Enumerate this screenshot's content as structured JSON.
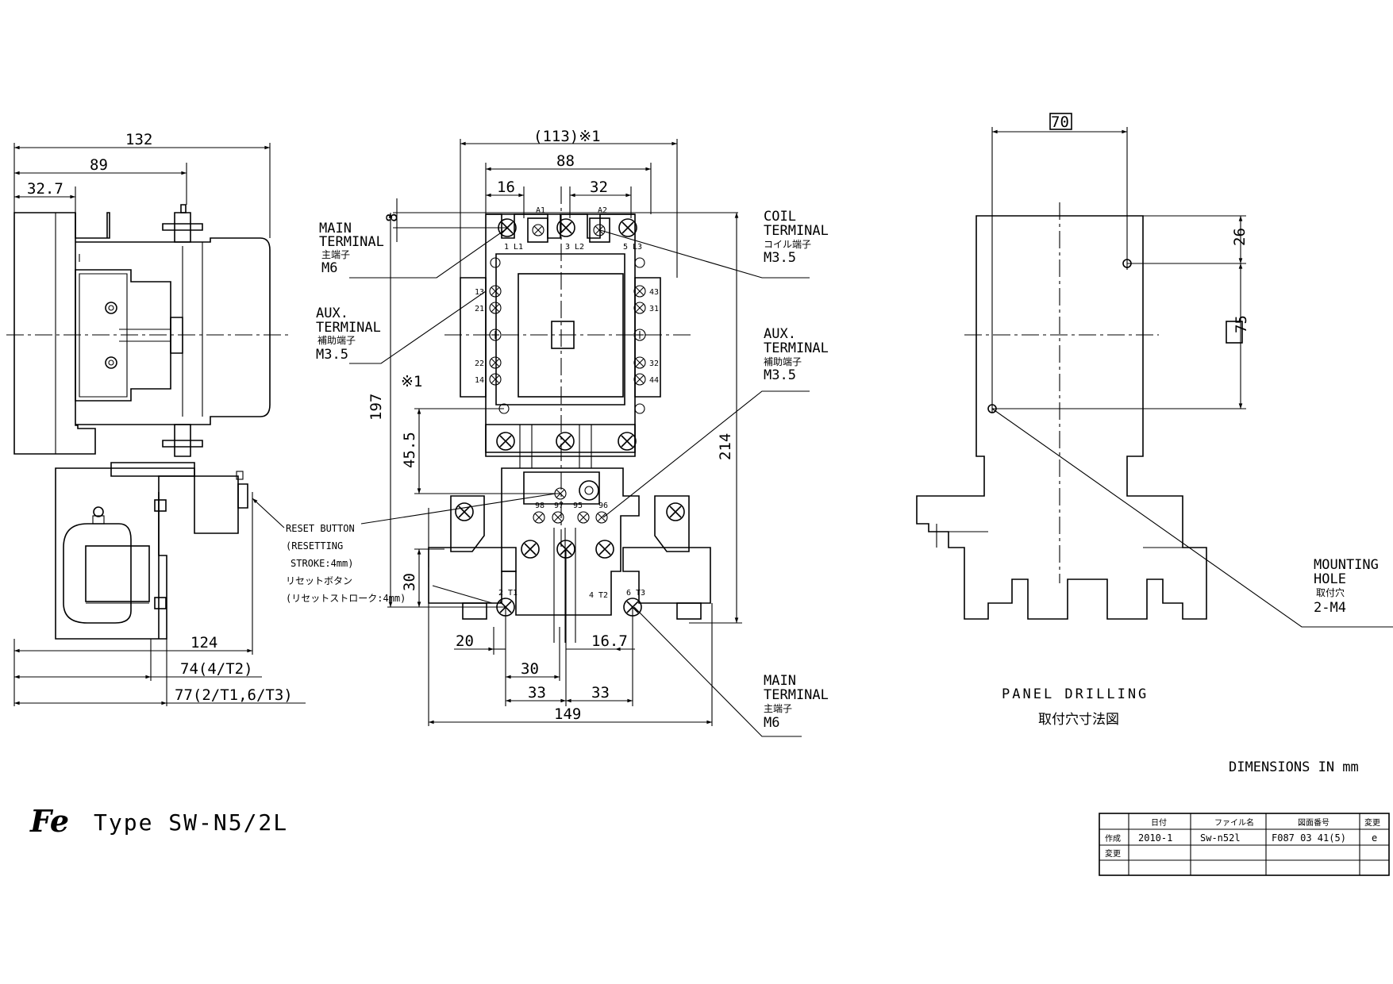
{
  "title": {
    "logo_text": "Fe",
    "type_label": "Type SW-N5/2L"
  },
  "side_view": {
    "dim_overall": "132",
    "dim_89": "89",
    "dim_32_7": "32.7",
    "dim_124": "124",
    "dim_74": "74(4/T2)",
    "dim_77": "77(2/T1,6/T3)",
    "reset_label_1": "RESET BUTTON",
    "reset_label_2": "(RESETTING",
    "reset_label_3": "STROKE:4mm)",
    "reset_label_4": "リセットボタン",
    "reset_label_5": "(リセットストローク:4mm)"
  },
  "front_view": {
    "dim_113": "(113)※1",
    "dim_88": "88",
    "dim_16": "16",
    "dim_32": "32",
    "dim_8": "8",
    "dim_197": "197",
    "dim_214": "214",
    "dim_45_5": "45.5",
    "dim_30v": "30",
    "dim_20": "20",
    "dim_16_7": "16.7",
    "dim_30h": "30",
    "dim_33a": "33",
    "dim_33b": "33",
    "dim_149": "149",
    "note_1": "※1",
    "main_terminal_top": [
      "MAIN",
      "TERMINAL",
      "主端子",
      "M6"
    ],
    "aux_terminal_left": [
      "AUX.",
      "TERMINAL",
      "補助端子",
      "M3.5"
    ],
    "coil_terminal": [
      "COIL",
      "TERMINAL",
      "コイル端子",
      "M3.5"
    ],
    "aux_terminal_right": [
      "AUX.",
      "TERMINAL",
      "補助端子",
      "M3.5"
    ],
    "main_terminal_bottom": [
      "MAIN",
      "TERMINAL",
      "主端子",
      "M6"
    ],
    "terminal_marks": {
      "a1": "A1",
      "a2": "A2",
      "l1": "1 L1",
      "l2": "3 L2",
      "l3": "5 L3",
      "t13": "13",
      "t21": "21",
      "t22": "22",
      "t14": "14",
      "t43": "43",
      "t31": "31",
      "t32": "32",
      "t44": "44",
      "t98": "98",
      "t97": "97",
      "t95": "95",
      "t96": "96",
      "t1": "2 T1",
      "t2": "4 T2",
      "t3": "6 T3"
    }
  },
  "panel_drilling": {
    "dim_70": "70",
    "dim_26": "26",
    "dim_75": "75",
    "mounting_hole": [
      "MOUNTING",
      "HOLE",
      "取付穴",
      "2-M4"
    ],
    "title_en": "PANEL DRILLING",
    "title_jp": "取付穴寸法図"
  },
  "units_note": "DIMENSIONS IN mm",
  "title_block": {
    "headers": [
      "日付",
      "ファイル名",
      "図面番号",
      "変更"
    ],
    "row1_label": "作成",
    "row1": [
      "2010-1",
      "Sw-n52l",
      "F087 03 41(5)",
      "e"
    ],
    "row2_label": "変更"
  }
}
